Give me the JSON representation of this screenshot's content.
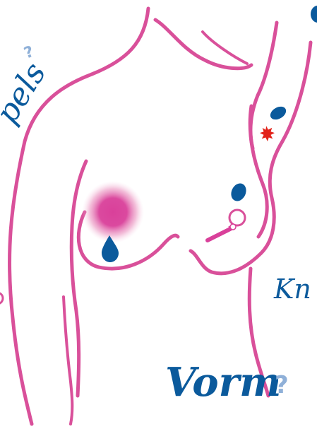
{
  "labels": {
    "pels": "pels",
    "kn": "Kn",
    "vorm": "Vorm",
    "question_mark": "?"
  },
  "colors": {
    "outline": "#d9509a",
    "text": "#0b5a9c",
    "question_mark": "#8fb0d8",
    "redness": "#d9409a",
    "drop": "#0b5a9c",
    "starburst": "#e2231a"
  },
  "icons": {
    "redness": "glow-circle-icon",
    "discharge": "drop-icon",
    "lump": "ellipse-icon",
    "pain": "starburst-icon",
    "retraction": "ring-icon",
    "injury": "arrow-pin-icon"
  }
}
